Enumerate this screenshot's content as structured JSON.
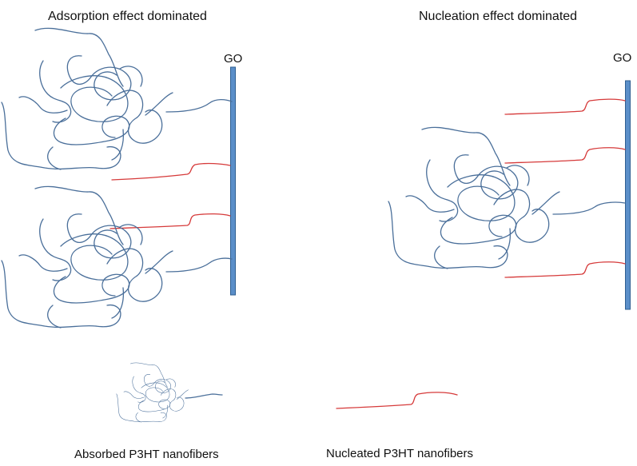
{
  "labels": {
    "left_title": "Adsorption effect dominated",
    "right_title": "Nucleation effect dominated",
    "go_left": "GO",
    "go_right": "GO",
    "legend_adsorbed": "Absorbed P3HT nanofibers",
    "legend_nucleated": "Nucleated P3HT nanofibers"
  },
  "colors": {
    "go_sheet": "#5b8fc9",
    "p3ht_coil": "#4a6f9a",
    "p3ht_fiber": "#d63a3a"
  }
}
